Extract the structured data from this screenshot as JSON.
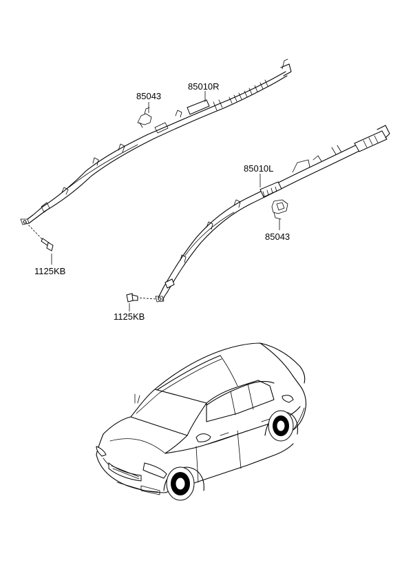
{
  "callouts": {
    "bracket_upper": "85043",
    "airbag_right": "85010R",
    "bolt_upper": "1125KB",
    "airbag_left": "85010L",
    "bracket_lower": "85043",
    "bolt_lower": "1125KB"
  }
}
